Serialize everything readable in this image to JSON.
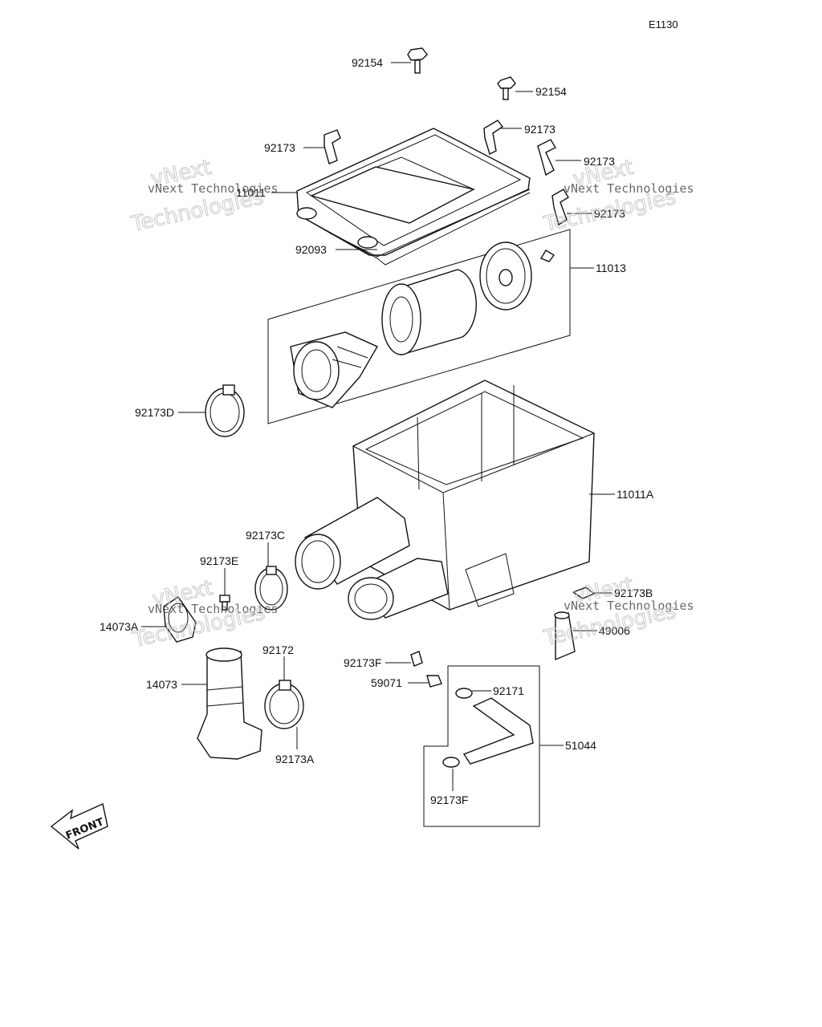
{
  "diagram_code": "E1130",
  "callouts": {
    "c92154_top": "92154",
    "c92154_right": "92154",
    "c92173_tr": "92173",
    "c92173_tl": "92173",
    "c92173_r": "92173",
    "c11011": "11011",
    "c92173_r2": "92173",
    "c92093": "92093",
    "c11013": "11013",
    "c92173D": "92173D",
    "c11011A": "11011A",
    "c92173C": "92173C",
    "c92173E": "92173E",
    "c92173B": "92173B",
    "c14073A": "14073A",
    "c49006": "49006",
    "c92172": "92172",
    "c92173F_a": "92173F",
    "c59071": "59071",
    "c92171": "92171",
    "c14073": "14073",
    "c51044": "51044",
    "c92173A": "92173A",
    "c92173F_b": "92173F"
  },
  "front_label": "FRONT",
  "watermark": {
    "line": "vNext Technologies",
    "big_1": "vNext",
    "big_2": "Technologies"
  }
}
